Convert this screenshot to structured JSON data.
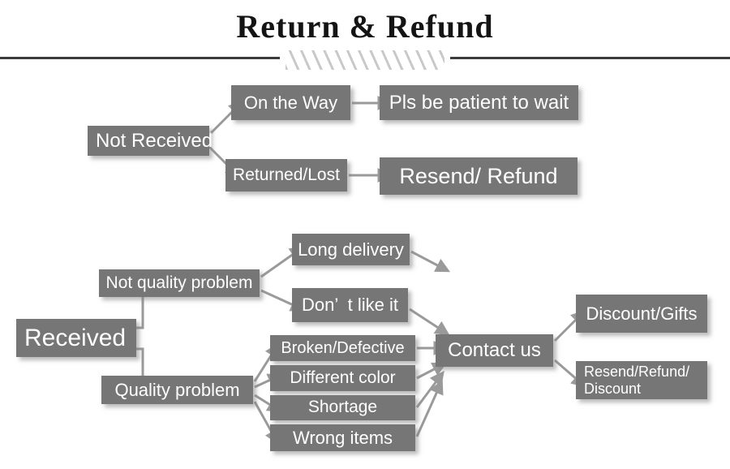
{
  "header": {
    "title": "Return & Refund",
    "divider_icon": "diagonal-hatch-divider"
  },
  "colors": {
    "node_fill": "#767676",
    "node_text": "#ffffff",
    "arrow": "#9a9a9a",
    "rule": "#3c3c3c",
    "hatch": "#c9c9c9",
    "background": "#ffffff"
  },
  "flow": {
    "not_received": {
      "root": "Not Received",
      "branch_on_the_way": "On the Way",
      "branch_returned_lost": "Returned/Lost",
      "result_wait": "Pls be patient to wait",
      "result_resend_refund": "Resend/ Refund"
    },
    "received": {
      "root": "Received",
      "branch_not_quality": "Not quality problem",
      "branch_quality": "Quality problem",
      "not_quality_reasons": [
        "Long delivery",
        "Don’  t like it"
      ],
      "quality_reasons": [
        "Broken/Defective",
        "Different color",
        "Shortage",
        "Wrong items"
      ],
      "contact": "Contact us",
      "outcomes": [
        "Discount/Gifts",
        "Resend/Refund/\nDiscount"
      ]
    }
  }
}
